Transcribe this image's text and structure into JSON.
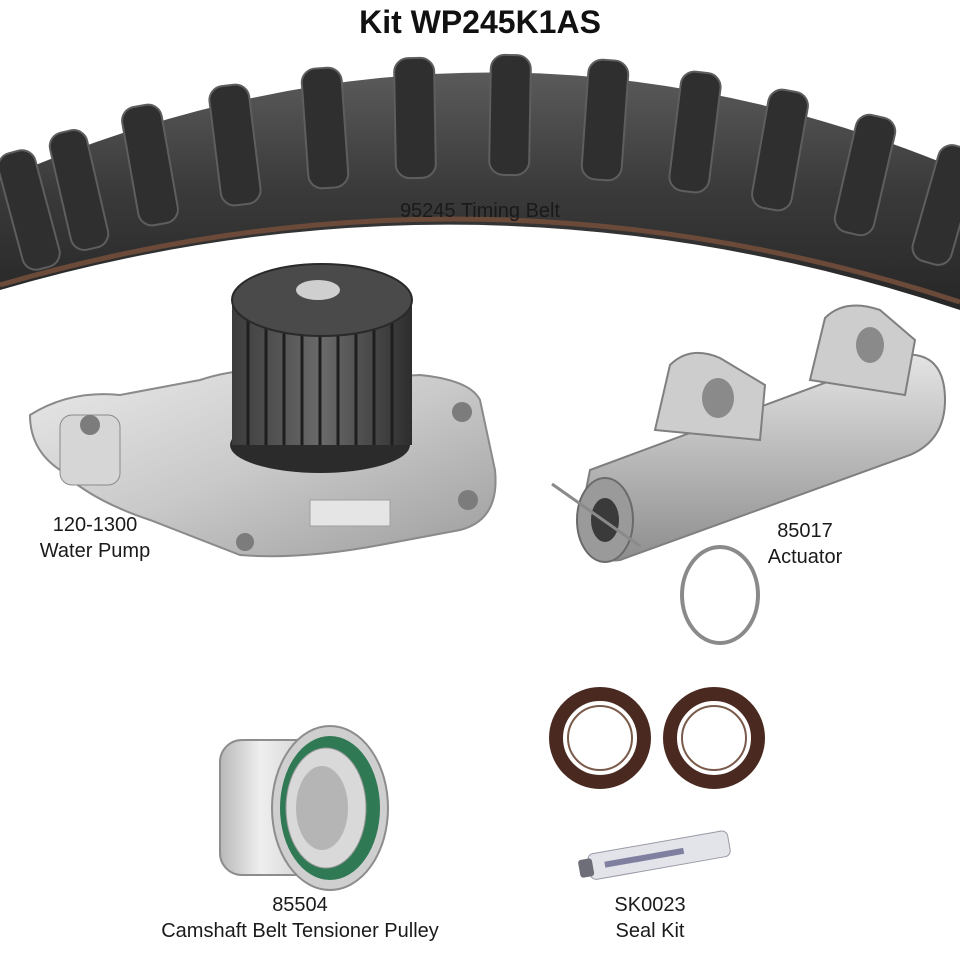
{
  "kit_title": "Kit WP245K1AS",
  "parts": {
    "timing_belt": {
      "label": "95245 Timing Belt"
    },
    "water_pump": {
      "part_number": "120-1300",
      "name": "Water Pump"
    },
    "actuator": {
      "part_number": "85017",
      "name": "Actuator"
    },
    "tensioner_pulley": {
      "part_number": "85504",
      "name": "Camshaft Belt Tensioner Pulley"
    },
    "seal_kit": {
      "part_number": "SK0023",
      "name": "Seal Kit"
    }
  }
}
